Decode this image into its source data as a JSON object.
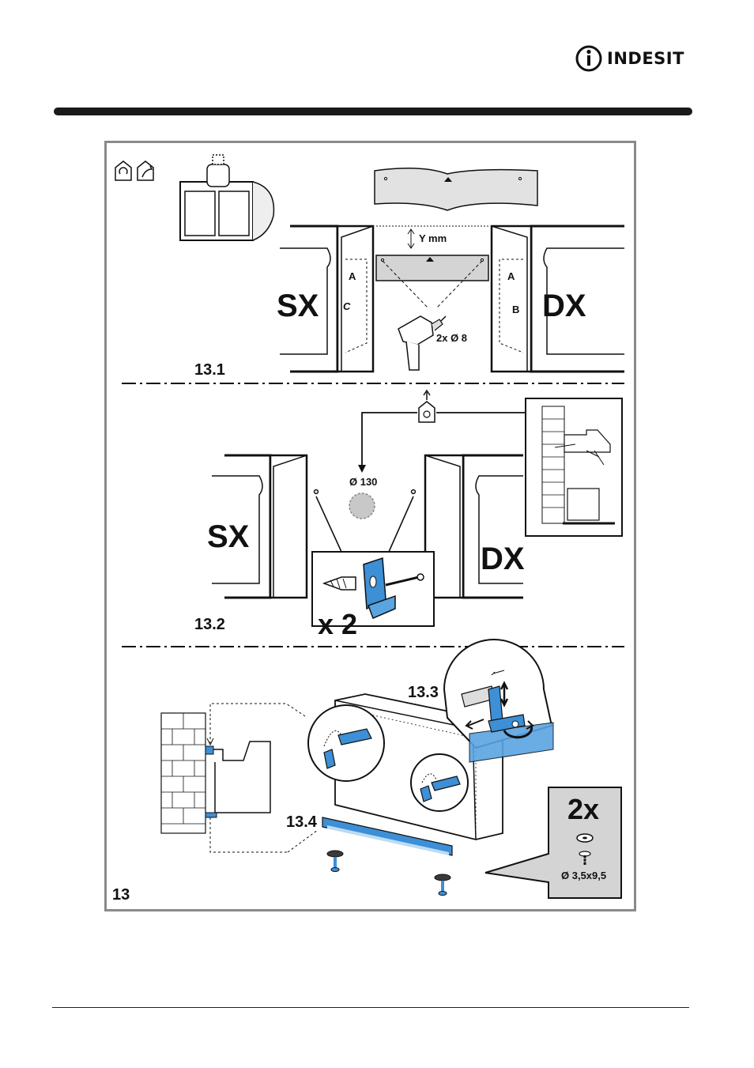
{
  "brand": {
    "name": "INDESIT"
  },
  "figure": {
    "figure_number": "13",
    "step_1": {
      "number": "13.1",
      "left_label": "SX",
      "right_label": "DX",
      "distance_label": "Y mm",
      "drill_label": "2x Ø 8",
      "left_letters": [
        "A",
        "C"
      ],
      "right_letters": [
        "A",
        "B"
      ]
    },
    "step_2": {
      "number": "13.2",
      "left_label": "SX",
      "right_label": "DX",
      "hole_label": "Ø 130",
      "quantity_label": "x 2"
    },
    "step_3": {
      "number": "13.3"
    },
    "step_4": {
      "number": "13.4",
      "quantity_label": "2x",
      "screw_label": "Ø 3,5x9,5"
    }
  },
  "colors": {
    "accent_blue": "#3d8fd6",
    "panel_gray": "#d4d4d4",
    "rule_dark": "#1a1a1a"
  }
}
